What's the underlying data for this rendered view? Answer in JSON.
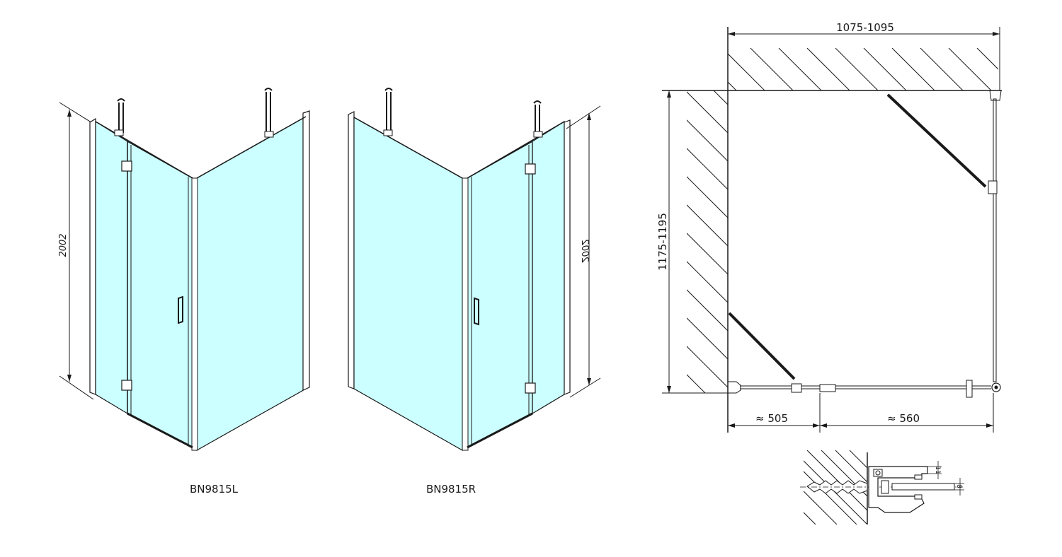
{
  "left_view": {
    "model": "BN9815L",
    "height": "2002"
  },
  "right_view": {
    "model": "BN9815R",
    "height": "2002"
  },
  "plan": {
    "width_range": "1075-1095",
    "depth_range": "1175-1195",
    "fixed_width": "≈ 505",
    "door_width": "≈ 560"
  },
  "profile_detail": {
    "dim_a": "11",
    "dim_b": "8"
  },
  "colors": {
    "glass": "#ccffff",
    "line": "#1a1a1a"
  }
}
